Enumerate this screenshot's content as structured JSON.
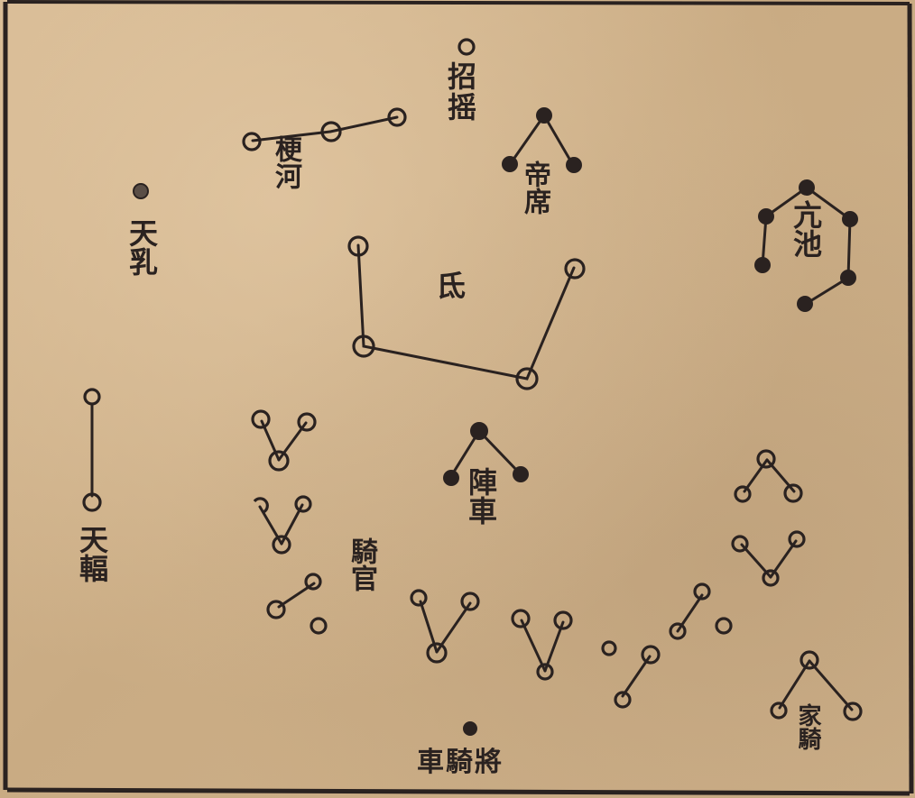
{
  "labels": {
    "zhaoyao": "招摇",
    "genghe": "梗河",
    "dixi": "帝席",
    "kangchi": "亢池",
    "tianru": "天乳",
    "di": "氐",
    "tianfu": "天輻",
    "zhenche": "陣車",
    "qiguan": "騎官",
    "chejiang": "車騎將",
    "jiaqi": "家騎"
  },
  "palette": {
    "ink": "#2a2220",
    "paper": "#d3b58e"
  }
}
